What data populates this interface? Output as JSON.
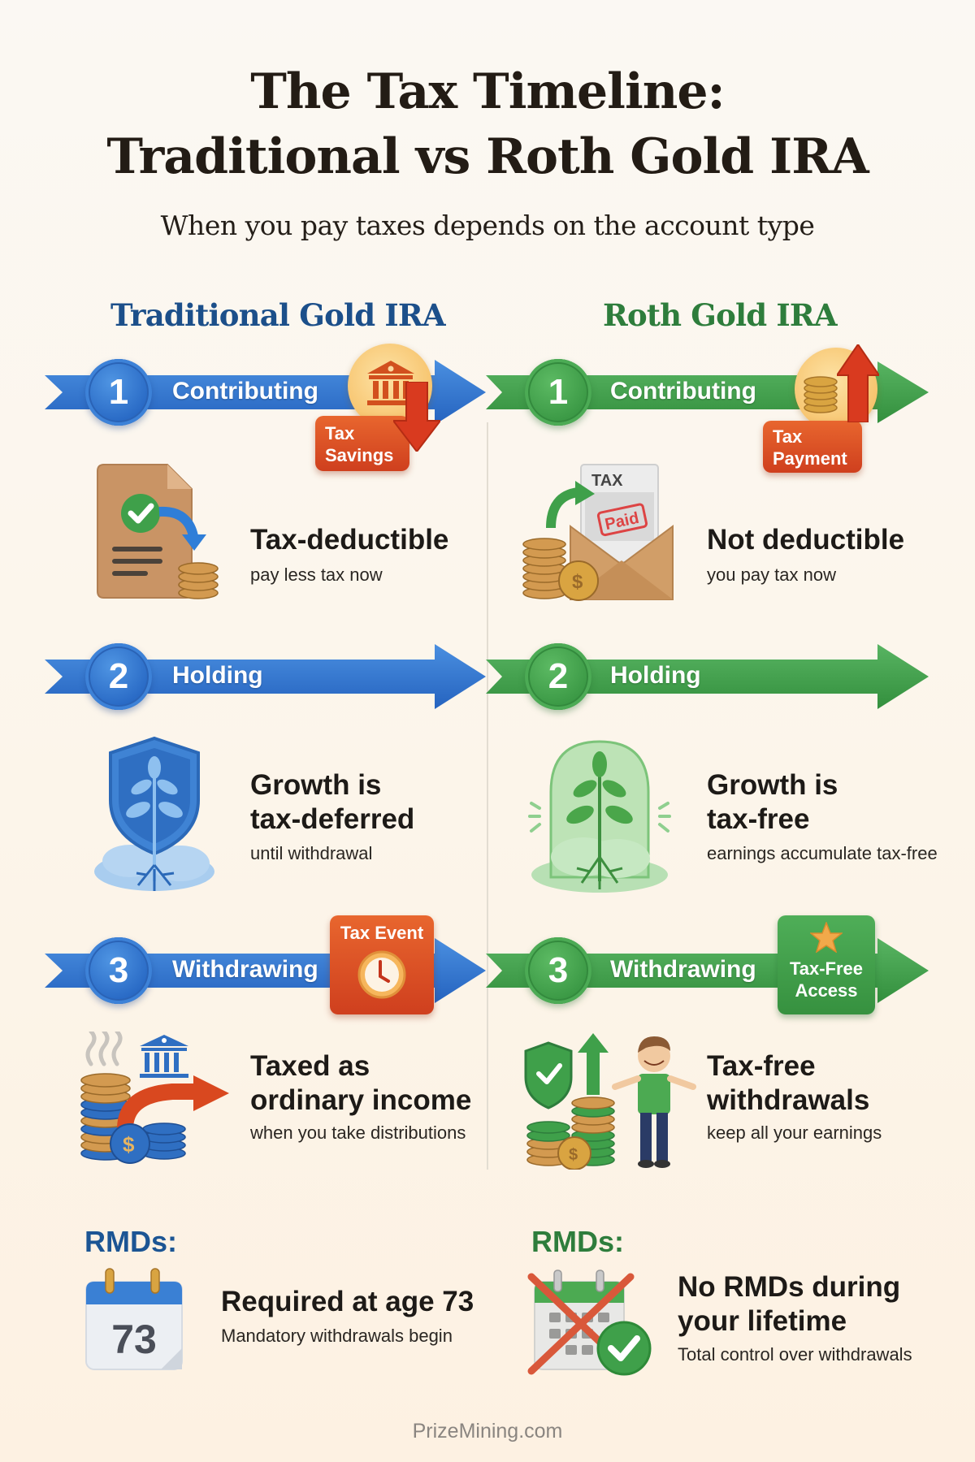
{
  "header": {
    "title_line1": "The Tax Timeline:",
    "title_line2": "Traditional vs Roth Gold IRA",
    "subtitle": "When you pay taxes depends on the account type"
  },
  "columns": {
    "traditional": {
      "title": "Traditional Gold IRA",
      "color": "#2a6bc6",
      "steps": [
        {
          "number": "1",
          "label": "Contributing",
          "badge": [
            "Tax",
            "Savings"
          ],
          "badge_icon": "bank-down-arrow-icon",
          "heading": [
            "Tax-deductible"
          ],
          "detail": "pay less tax now",
          "illustration": "document-check-coins-icon"
        },
        {
          "number": "2",
          "label": "Holding",
          "heading": [
            "Growth is",
            "tax-deferred"
          ],
          "detail": "until withdrawal",
          "illustration": "shield-plant-icon"
        },
        {
          "number": "3",
          "label": "Withdrawing",
          "badge": [
            "Tax Event"
          ],
          "badge_icon": "clock-icon",
          "heading": [
            "Taxed as",
            "ordinary income"
          ],
          "detail": "when you take distributions",
          "illustration": "coins-bank-arrow-icon"
        }
      ],
      "rmd": {
        "label": "RMDs:",
        "calendar_number": "73",
        "heading": "Required at age 73",
        "detail": "Mandatory withdrawals begin"
      }
    },
    "roth": {
      "title": "Roth Gold IRA",
      "color": "#3c9a46",
      "steps": [
        {
          "number": "1",
          "label": "Contributing",
          "badge": [
            "Tax",
            "Payment"
          ],
          "badge_icon": "coins-up-arrow-icon",
          "heading": [
            "Not deductible"
          ],
          "detail": "you pay tax now",
          "illustration": "tax-paid-envelope-icon",
          "doc_label": "TAX",
          "stamp": "Paid"
        },
        {
          "number": "2",
          "label": "Holding",
          "heading": [
            "Growth is",
            "tax-free"
          ],
          "detail": "earnings accumulate tax-free",
          "illustration": "plant-dome-icon"
        },
        {
          "number": "3",
          "label": "Withdrawing",
          "badge": [
            "Tax-Free",
            "Access"
          ],
          "badge_icon": "star-icon",
          "heading": [
            "Tax-free",
            "withdrawals"
          ],
          "detail": "keep all your earnings",
          "illustration": "shield-coins-person-icon"
        }
      ],
      "rmd": {
        "label": "RMDs:",
        "heading": [
          "No RMDs during",
          "your lifetime"
        ],
        "detail": "Total control over withdrawals"
      }
    }
  },
  "footer": {
    "text": "PrizeMining.com"
  },
  "colors": {
    "traditional_blue": "#2a6bc6",
    "roth_green": "#3c9a46",
    "tax_red": "#d9481f",
    "gold": "#d9a441",
    "background": "#fcf6ec"
  }
}
